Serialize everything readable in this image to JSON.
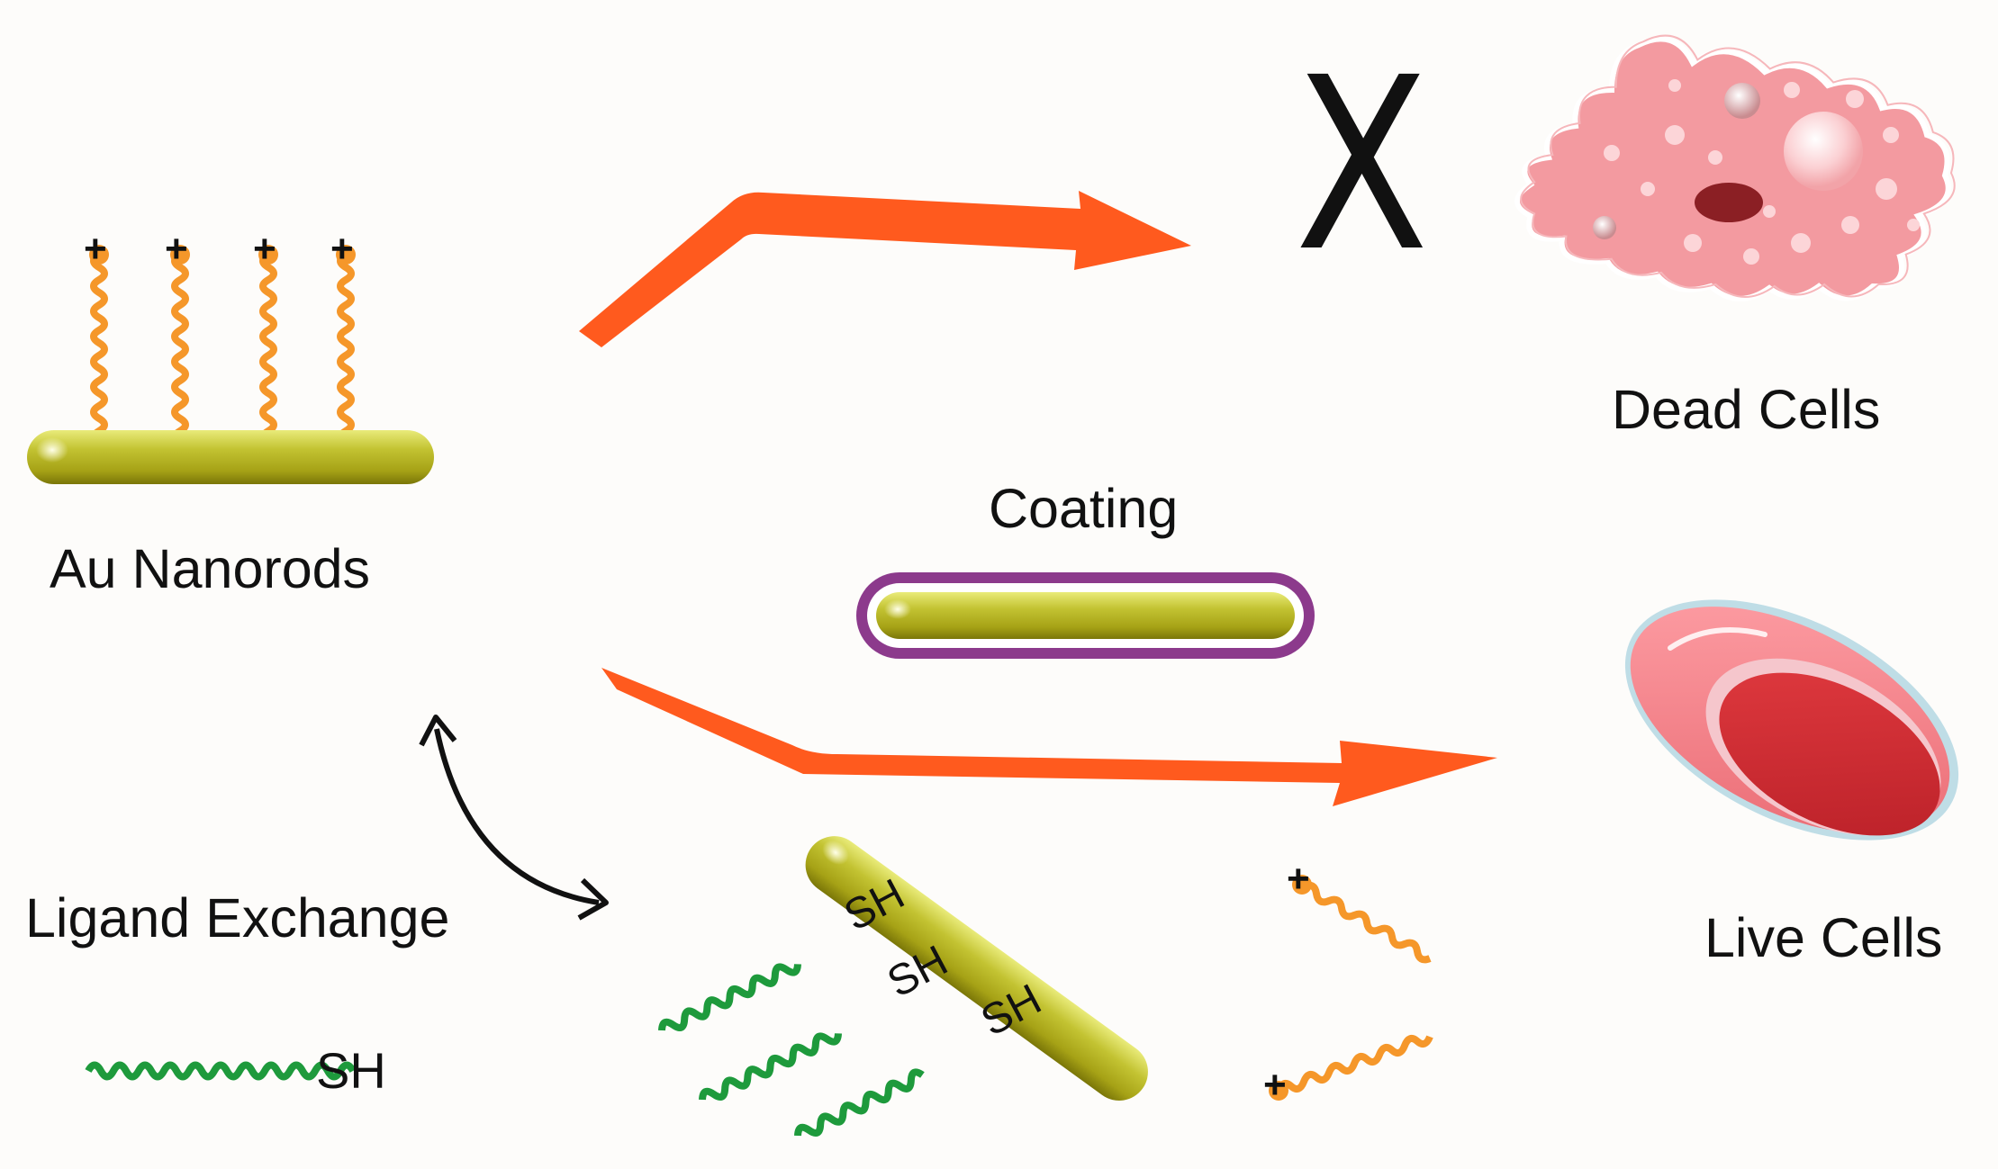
{
  "labels": {
    "au_nanorods": "Au Nanorods",
    "coating": "Coating",
    "dead_cells": "Dead Cells",
    "live_cells": "Live Cells",
    "ligand_exchange": "Ligand Exchange",
    "thiol": "SH"
  },
  "symbols": {
    "cross_mark": "X",
    "positive_charge": "+"
  },
  "colors": {
    "gold_rod": "#b5b520",
    "ligand_orange": "#f5972a",
    "thiol_green": "#1e9a3c",
    "arrow_orange": "#ff5a1e",
    "coating_purple": "#8c3a8c",
    "dead_cell_pink": "#f39aa0",
    "live_cell_red": "#d92e33"
  }
}
